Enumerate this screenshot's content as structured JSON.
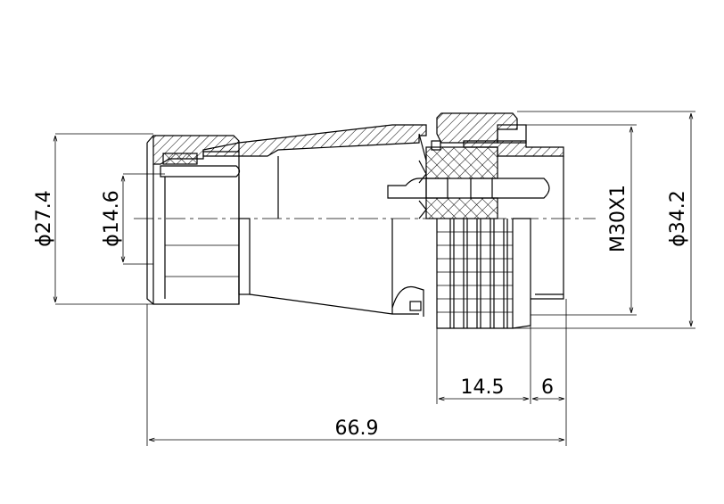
{
  "drawing": {
    "dimensions": {
      "outer_nut_diameter": "ϕ27.4",
      "inner_diameter": "ϕ14.6",
      "thread": "M30X1",
      "coupling_diameter": "ϕ34.2",
      "coupling_length": "14.5",
      "rear_length": "6",
      "overall_length": "66.9"
    }
  }
}
